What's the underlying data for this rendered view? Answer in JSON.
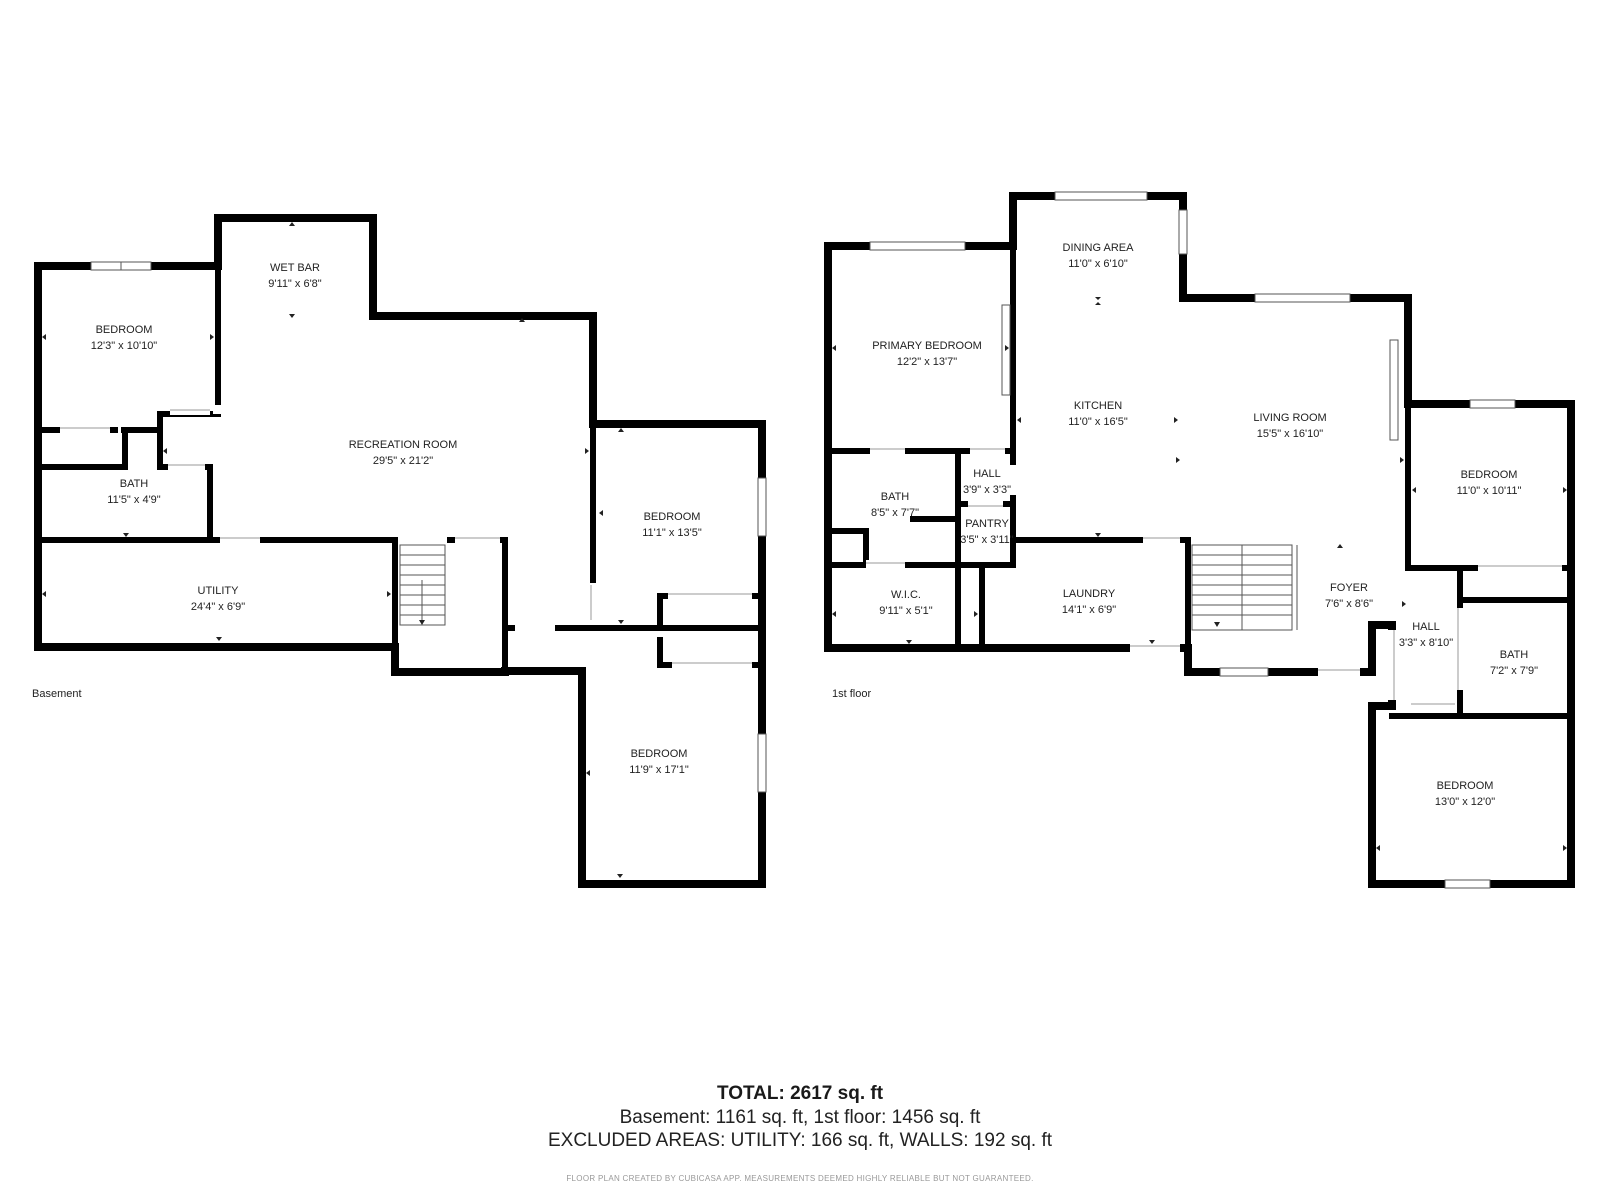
{
  "floors": [
    {
      "label": "Basement",
      "rooms": [
        {
          "name": "BEDROOM",
          "dims": "12'3\" x 10'10\""
        },
        {
          "name": "WET BAR",
          "dims": "9'11\" x 6'8\""
        },
        {
          "name": "RECREATION ROOM",
          "dims": "29'5\" x 21'2\""
        },
        {
          "name": "BATH",
          "dims": "11'5\" x 4'9\""
        },
        {
          "name": "UTILITY",
          "dims": "24'4\" x 6'9\""
        },
        {
          "name": "BEDROOM",
          "dims": "11'1\" x 13'5\""
        },
        {
          "name": "BEDROOM",
          "dims": "11'9\" x 17'1\""
        }
      ]
    },
    {
      "label": "1st floor",
      "rooms": [
        {
          "name": "DINING AREA",
          "dims": "11'0\" x 6'10\""
        },
        {
          "name": "PRIMARY BEDROOM",
          "dims": "12'2\" x 13'7\""
        },
        {
          "name": "KITCHEN",
          "dims": "11'0\" x 16'5\""
        },
        {
          "name": "LIVING ROOM",
          "dims": "15'5\" x 16'10\""
        },
        {
          "name": "BATH",
          "dims": "8'5\" x 7'7\""
        },
        {
          "name": "HALL",
          "dims": "3'9\" x 3'3\""
        },
        {
          "name": "PANTRY",
          "dims": "3'5\" x 3'11\""
        },
        {
          "name": "W.I.C.",
          "dims": "9'11\" x 5'1\""
        },
        {
          "name": "LAUNDRY",
          "dims": "14'1\" x 6'9\""
        },
        {
          "name": "FOYER",
          "dims": "7'6\" x 8'6\""
        },
        {
          "name": "BEDROOM",
          "dims": "11'0\" x 10'11\""
        },
        {
          "name": "HALL",
          "dims": "3'3\" x 8'10\""
        },
        {
          "name": "BATH",
          "dims": "7'2\" x 7'9\""
        },
        {
          "name": "BEDROOM",
          "dims": "13'0\" x 12'0\""
        }
      ]
    }
  ],
  "summary": {
    "total": "TOTAL: 2617 sq. ft",
    "floors_line": "Basement: 1161 sq. ft, 1st floor: 1456 sq. ft",
    "excluded_line": "EXCLUDED AREAS: UTILITY: 166 sq. ft, WALLS: 192 sq. ft",
    "disclaimer": "FLOOR PLAN CREATED BY CUBICASA APP. MEASUREMENTS DEEMED HIGHLY RELIABLE BUT NOT GUARANTEED."
  }
}
